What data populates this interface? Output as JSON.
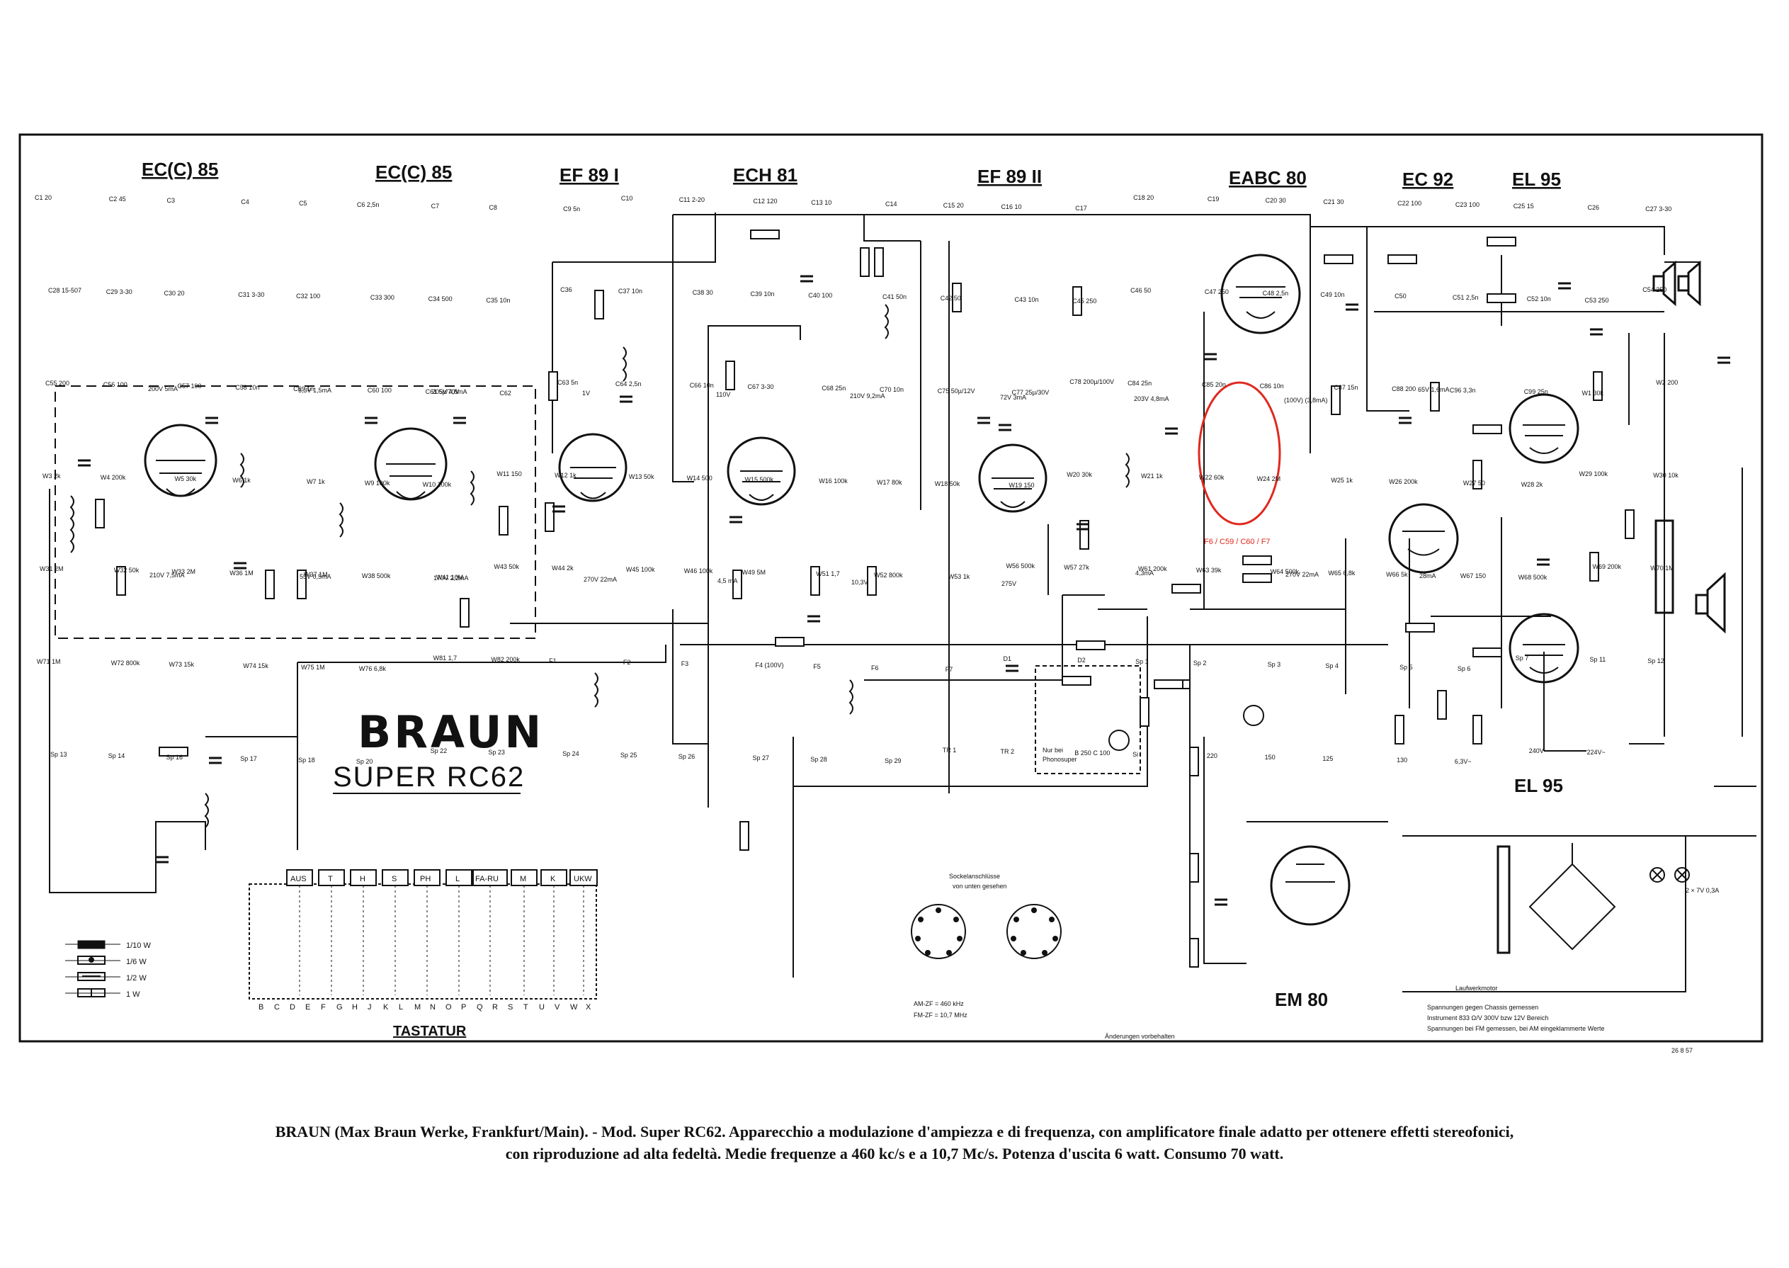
{
  "schematic": {
    "tube_labels": [
      "EC(C) 85",
      "EC(C) 85",
      "EF 89 I",
      "ECH 81",
      "EF 89 II",
      "EABC 80",
      "EC 92",
      "EL 95",
      "EL 95",
      "EM 80"
    ],
    "brand": "BRAUN",
    "model": "SUPER RC62",
    "tastatur_title": "TASTATUR",
    "tastatur_keys": [
      "AUS",
      "T",
      "H",
      "S",
      "PH",
      "L",
      "FA-RU",
      "M",
      "K",
      "UKW"
    ],
    "tastatur_letters": [
      "B",
      "C",
      "D",
      "E",
      "F",
      "G",
      "H",
      "J",
      "K",
      "L",
      "M",
      "N",
      "O",
      "P",
      "Q",
      "R",
      "S",
      "T",
      "U",
      "V",
      "W",
      "X"
    ],
    "legend_resistors": [
      "1/10 W",
      "1/6 W",
      "1/2 W",
      "1 W"
    ],
    "socket_title": [
      "Sockelanschlüsse",
      "von unten gesehen"
    ],
    "if_frequencies": [
      "AM-ZF = 460 kHz",
      "FM-ZF = 10,7 MHz"
    ],
    "changes_note": "Änderungen vorbehalten",
    "phono_box": [
      "Nur bei",
      "Phonosuper"
    ],
    "voltage_note": [
      "Spannungen gegen Chassis gemessen",
      "Instrument 833 Ω/V 300V bzw 12V Bereich",
      "Spannungen bei FM gemessen, bei AM eingeklammerte Werte"
    ],
    "motor_label": "Laufwerkmotor",
    "lamp_label": "2 × 7V 0,3A",
    "date_code": "26 8 57",
    "component_labels": [
      "C1 20",
      "C2 45",
      "C3",
      "C4",
      "C5",
      "C6 2,5n",
      "C7",
      "C8",
      "C9 5n",
      "C10",
      "C11 2-20",
      "C12 120",
      "C13 10",
      "C14",
      "C15 20",
      "C16 10",
      "C17",
      "C18 20",
      "C19",
      "C20 30",
      "C21 30",
      "C22 100",
      "C23 100",
      "C25 15",
      "C26",
      "C27 3-30",
      "C28 15-507",
      "C29 3-30",
      "C30 20",
      "C31 3-30",
      "C32 100",
      "C33 300",
      "C34 500",
      "C35 10n",
      "C36",
      "C37 10n",
      "C38 30",
      "C39 10n",
      "C40 100",
      "C41 50n",
      "C42 50",
      "C43 10n",
      "C45 250",
      "C46 50",
      "C47 250",
      "C48 2,5n",
      "C49 10n",
      "C50",
      "C51 2,5n",
      "C52 10n",
      "C53 250",
      "C54 250",
      "C55 200",
      "C56 100",
      "C57 100",
      "C58 10n",
      "C59 1n",
      "C60 100",
      "C61 5µ/70V",
      "C62",
      "C63 5n",
      "C64 2,5n",
      "C66 10n",
      "C67 3-30",
      "C68 25n",
      "C70 10n",
      "C75 50µ/12V",
      "C77 25µ/30V",
      "C78 200µ/100V",
      "C84 25n",
      "C85 20n",
      "C86 10n",
      "C87 15n",
      "C88 200",
      "C96 3,3n",
      "C99 25n",
      "W1 30k",
      "W2 200",
      "W3 2k",
      "W4 200k",
      "W5 30k",
      "W6 1k",
      "W7 1k",
      "W9 100k",
      "W10 100k",
      "W11 150",
      "W12 1k",
      "W13 50k",
      "W14 500",
      "W15 500k",
      "W16 100k",
      "W17 80k",
      "W18 50k",
      "W19 150",
      "W20 30k",
      "W21 1k",
      "W22 60k",
      "W24 2M",
      "W25 1k",
      "W26 200k",
      "W27 50",
      "W28 2k",
      "W29 100k",
      "W30 10k",
      "W31 2M",
      "W32 50k",
      "W33 2M",
      "W36 1M",
      "W37 1M",
      "W38 500k",
      "W41 10M",
      "W43 50k",
      "W44 2k",
      "W45 100k",
      "W46 100k",
      "W49 5M",
      "W51 1,7",
      "W52 800k",
      "W53 1k",
      "W56 500k",
      "W57 27k",
      "W61 200k",
      "W63 39k",
      "W64 500k",
      "W65 6,8k",
      "W66 5k",
      "W67 150",
      "W68 500k",
      "W69 200k",
      "W70 1M",
      "W71 1M",
      "W72 800k",
      "W73 15k",
      "W74 15k",
      "W75 1M",
      "W76 6,8k",
      "W81 1,7",
      "W82 200k",
      "F1",
      "F2",
      "F3",
      "F4 (100V)",
      "F5",
      "F6",
      "F7",
      "D1",
      "D2",
      "Sp 1",
      "Sp 2",
      "Sp 3",
      "Sp 4",
      "Sp 5",
      "Sp 6",
      "Sp 7",
      "Sp 11",
      "Sp 12",
      "Sp 13",
      "Sp 14",
      "Sp 16",
      "Sp 17",
      "Sp 18",
      "Sp 20",
      "Sp 22",
      "Sp 23",
      "Sp 24",
      "Sp 25",
      "Sp 26",
      "Sp 27",
      "Sp 28",
      "Sp 29",
      "TR 1",
      "TR 2",
      "B 250 C 100",
      "Si",
      "220",
      "150",
      "125",
      "130",
      "6,3V~",
      "240V",
      "224V~"
    ],
    "voltage_labels": [
      "200V 5mA",
      "5,3V 1,5mA",
      "205V 4,8mA",
      "1V",
      "110V",
      "210V 9,2mA",
      "72V 3mA",
      "203V 4,8mA",
      "(100V) (3,8mA)",
      "65V 1,6mA",
      "210V 7,5mA",
      "55V 0,5mA",
      "170V 2,2mA",
      "270V 22mA",
      "4,5 mA",
      "10,3V",
      "275V",
      "4,3mA",
      "270V 22mA",
      "28mA"
    ],
    "highlight": {
      "color": "#e0281e",
      "label": "F6 / C59 / C60 / F7"
    }
  },
  "caption": {
    "line1": "BRAUN (Max Braun Werke, Frankfurt/Main). - Mod. Super RC62. Apparecchio a modulazione d'ampiezza e di frequenza, con amplificatore finale adatto per ottenere effetti stereofonici,",
    "line2": "con riproduzione ad alta fedeltà. Medie frequenze a 460 kc/s e a 10,7 Mc/s. Potenza d'uscita 6 watt. Consumo 70 watt."
  }
}
